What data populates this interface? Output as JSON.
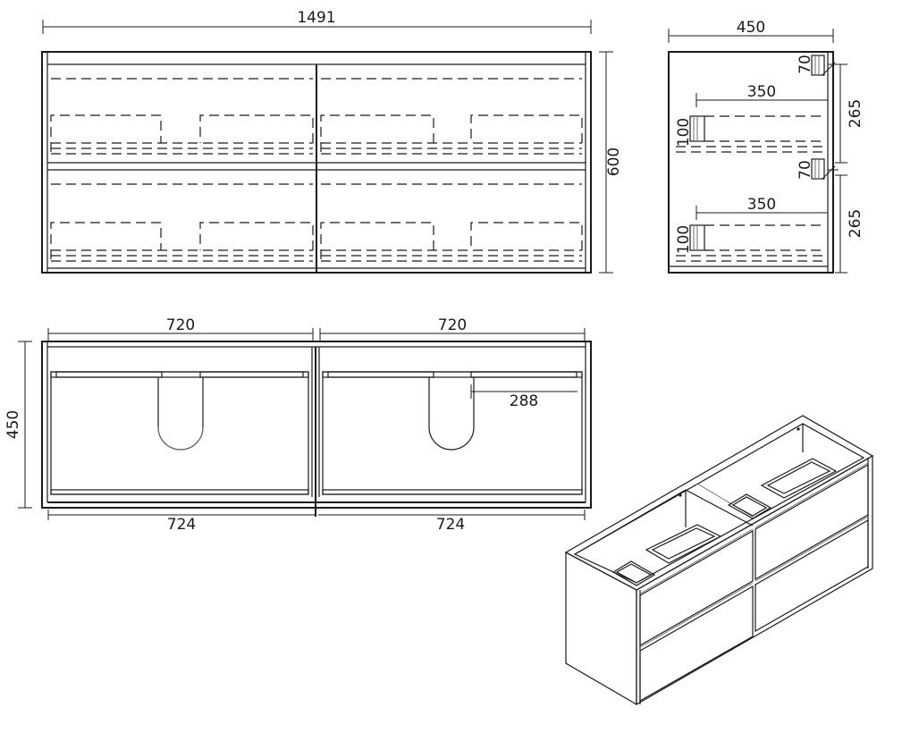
{
  "dimensions": {
    "front_width": "1491",
    "front_height": "600",
    "side_depth": "450",
    "side_drawer_gap_top": "70",
    "side_drawer_height_top": "265",
    "side_inner_depth_top": "350",
    "side_inner_height_top": "100",
    "side_drawer_gap_bottom": "70",
    "side_drawer_height_bottom": "265",
    "side_inner_depth_bottom": "350",
    "side_inner_height_bottom": "100",
    "plan_depth": "450",
    "plan_top_left": "720",
    "plan_top_right": "720",
    "plan_bottom_left": "724",
    "plan_bottom_right": "724",
    "plan_cutout": "288"
  }
}
